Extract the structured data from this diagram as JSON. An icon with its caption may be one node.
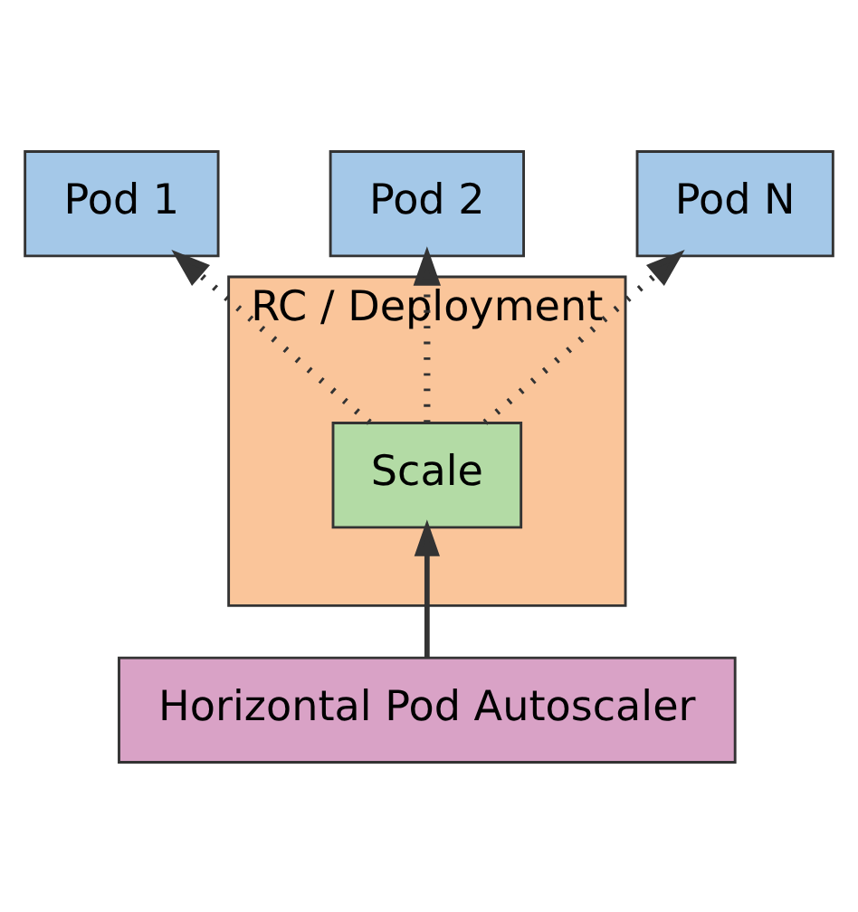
{
  "diagram": {
    "nodes": [
      {
        "text": [
          "Pod 1"
        ]
      },
      {
        "text": [
          "Pod 2"
        ]
      },
      {
        "text": [
          "Pod N"
        ]
      },
      {
        "text": [
          "RC / Deployment"
        ]
      },
      {
        "text": [
          "Scale"
        ],
        "in": 3
      },
      {
        "text": [
          "Horizontal Pod Autoscaler"
        ]
      }
    ],
    "edges": [
      {
        "from": 4,
        "to": 0,
        "arrow": "to",
        "style": "dashed"
      },
      {
        "from": 4,
        "to": 1,
        "arrow": "to",
        "style": "dashed"
      },
      {
        "from": 4,
        "to": 2,
        "arrow": "to",
        "style": "dashed"
      },
      {
        "from": 5,
        "to": 4,
        "arrow": "to"
      }
    ]
  }
}
